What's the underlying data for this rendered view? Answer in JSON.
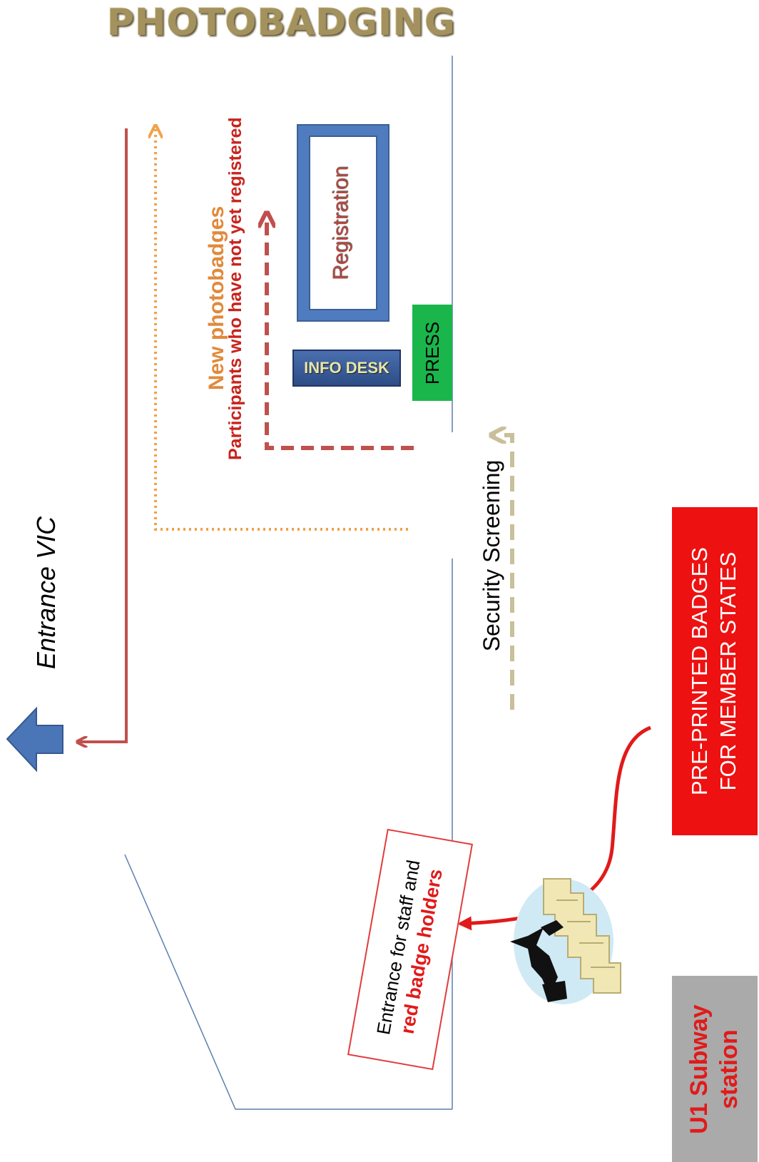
{
  "title": "PHOTOBADGING",
  "labels": {
    "new_photobadges": "New photobadges",
    "participants": "Participants who have not yet registered",
    "registration": "Registration",
    "info_desk": "INFO DESK",
    "press": "PRESS",
    "entrance_vic": "Entrance VIC",
    "security_screening": "Security Screening",
    "pre_printed_line1": "PRE-PRINTED BADGES",
    "pre_printed_line2": "FOR MEMBER STATES",
    "staff_line1": "Entrance for staff and",
    "staff_line2": "red badge holders",
    "subway_line1": "U1 Subway",
    "subway_line2": "station"
  },
  "colors": {
    "title": "#a3915e",
    "path_red": "#c0504d",
    "path_orange": "#f0a24a",
    "path_dark_red": "#c0504d",
    "path_tan": "#c9bf9a",
    "wall": "#5b7fae",
    "registration_blue": "#4f7cbf",
    "press_green": "#1ab64b",
    "badges_red": "#ee1111",
    "subway_grey": "#aaaaaa",
    "arrow_blue": "#4a76b8"
  },
  "icons": {
    "entrance_arrow": "left-arrow-icon",
    "stairs": "stairs-person-icon"
  }
}
